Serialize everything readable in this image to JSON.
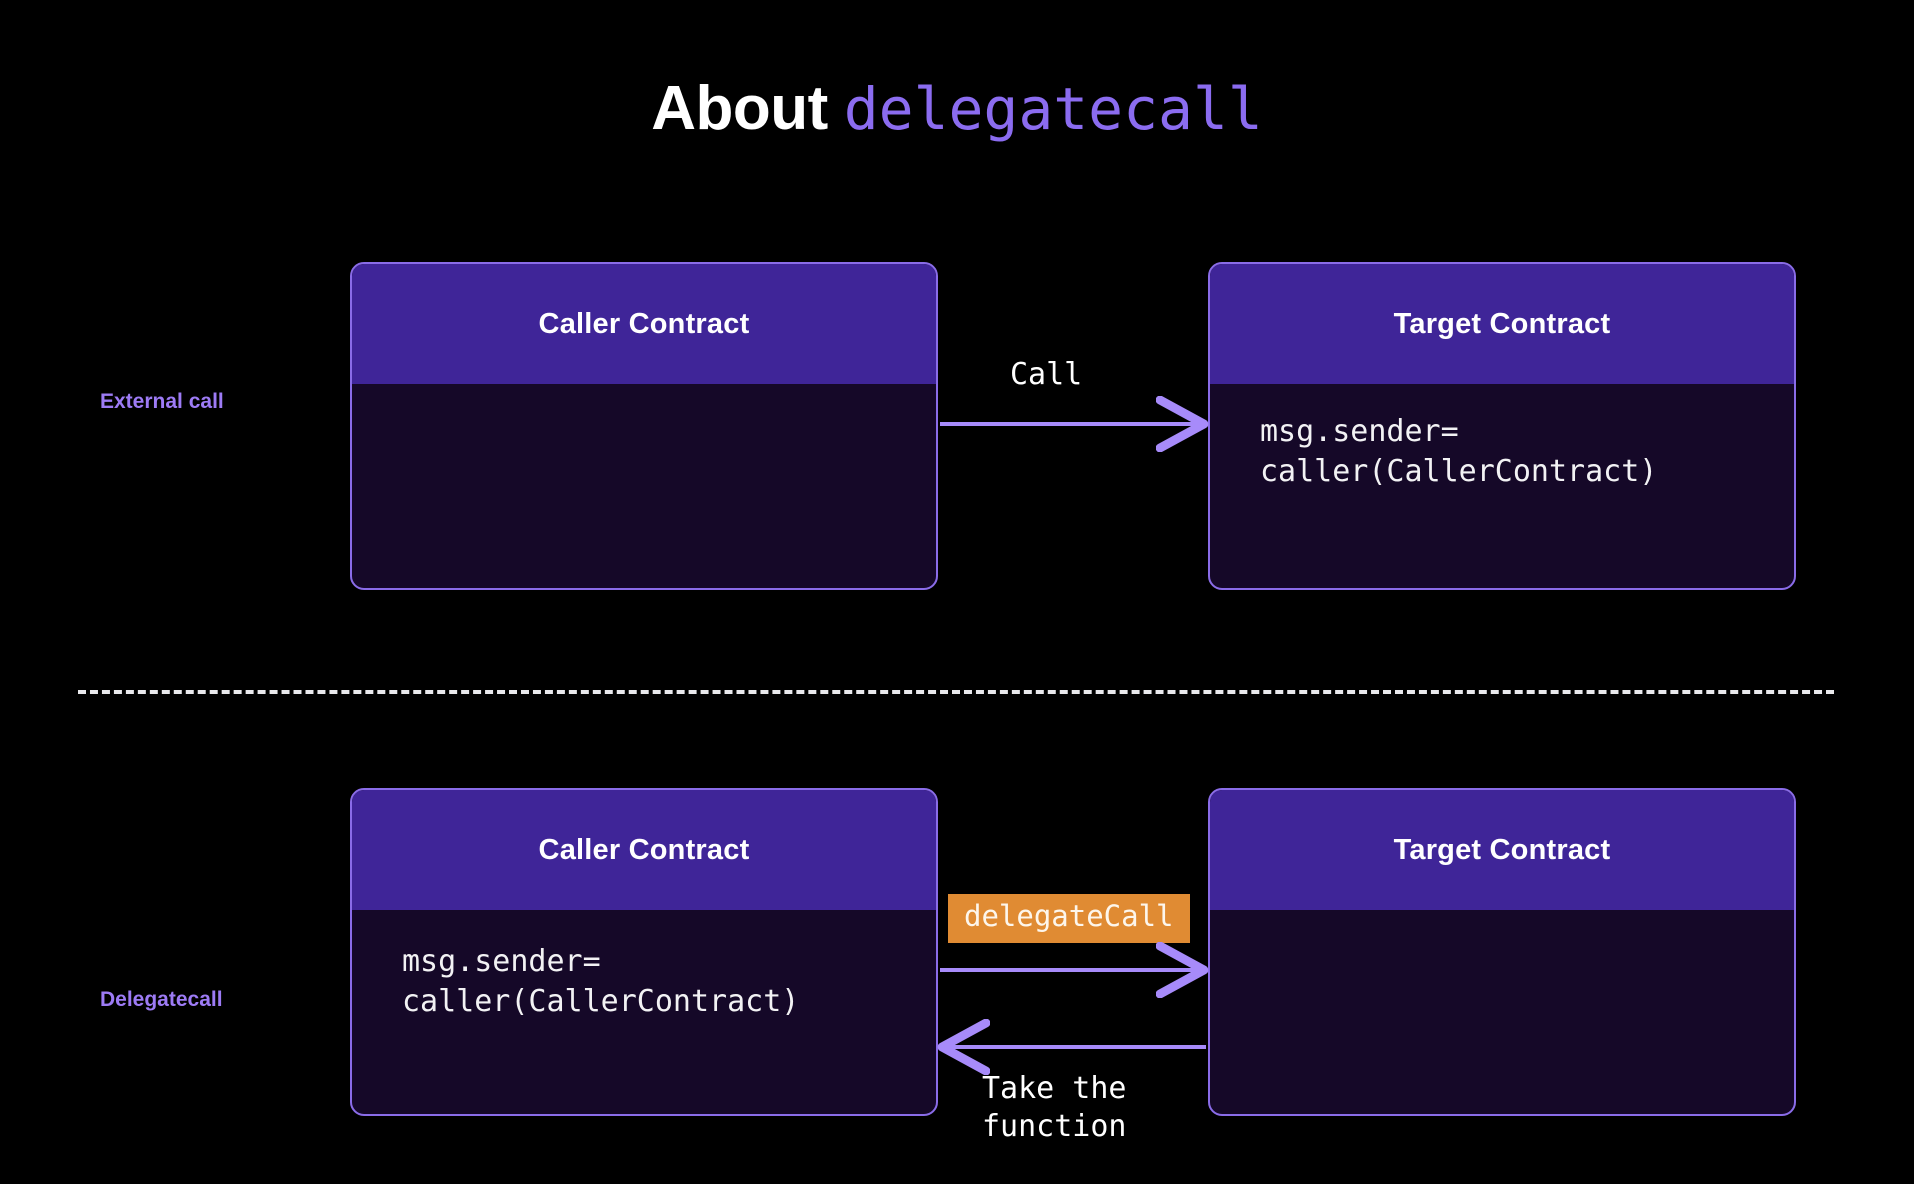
{
  "page": {
    "background": "#000000",
    "title": {
      "plain": "About",
      "mono": "delegatecall",
      "mono_color": "#8b6cf0"
    }
  },
  "colors": {
    "header_purple": "#3f2598",
    "body_dark": "#150828",
    "border_purple": "#8a6ce8",
    "arrow_purple": "#a78bfa",
    "label_purple": "#9d7bf5",
    "badge_orange": "#e08b33",
    "divider_white": "#e9e9ec"
  },
  "rows": [
    {
      "id": "external-call",
      "label": "External call",
      "caller": {
        "title": "Caller Contract",
        "code": ""
      },
      "target": {
        "title": "Target Contract",
        "code": "msg.sender=\ncaller(CallerContract)"
      },
      "arrows": [
        {
          "id": "call-arrow",
          "direction": "right",
          "label": "Call"
        }
      ]
    },
    {
      "id": "delegatecall",
      "label": "Delegatecall",
      "caller": {
        "title": "Caller Contract",
        "code": "msg.sender=\ncaller(CallerContract)"
      },
      "target": {
        "title": "Target Contract",
        "code": ""
      },
      "arrows": [
        {
          "id": "delegatecall-arrow",
          "direction": "right",
          "label": "delegateCall",
          "badge": true
        },
        {
          "id": "take-function-arrow",
          "direction": "left",
          "label": "Take the\nfunction"
        }
      ]
    }
  ],
  "divider": {
    "style": "dashed"
  }
}
